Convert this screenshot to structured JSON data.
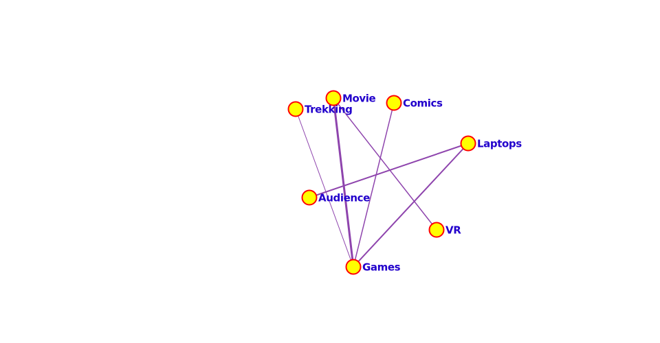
{
  "graph": {
    "nodes": [
      {
        "id": "trekking",
        "label": "Trekking"
      },
      {
        "id": "movie",
        "label": "Movie"
      },
      {
        "id": "comics",
        "label": "Comics"
      },
      {
        "id": "laptops",
        "label": "Laptops"
      },
      {
        "id": "audience",
        "label": "Audience"
      },
      {
        "id": "vr",
        "label": "VR"
      },
      {
        "id": "games",
        "label": "Games"
      }
    ],
    "edges": [
      {
        "source": "trekking",
        "target": "games",
        "weight": 1
      },
      {
        "source": "movie",
        "target": "games",
        "weight": 3
      },
      {
        "source": "movie",
        "target": "vr",
        "weight": 1.5
      },
      {
        "source": "comics",
        "target": "games",
        "weight": 1.5
      },
      {
        "source": "laptops",
        "target": "audience",
        "weight": 2
      },
      {
        "source": "laptops",
        "target": "games",
        "weight": 2
      }
    ]
  },
  "style": {
    "node_fill": "#ffff00",
    "node_stroke": "#ff0000",
    "edge_color": "#8e44ad",
    "label_color": "#2200cc"
  }
}
